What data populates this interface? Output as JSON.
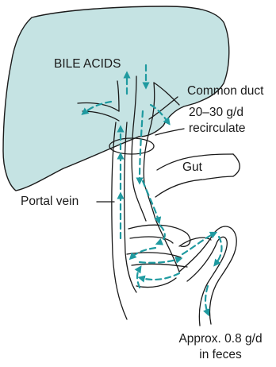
{
  "labels": {
    "bile_acids": "BILE ACIDS",
    "common_duct": "Common duct",
    "recirculate_line1": "20–30 g/d",
    "recirculate_line2": "recirculate",
    "gut": "Gut",
    "portal_vein": "Portal vein",
    "feces_line1": "Approx. 0.8 g/d",
    "feces_line2": "in feces"
  },
  "colors": {
    "liver_fill": "#c5e3e3",
    "outline": "#1a1a1a",
    "arrow": "#1f9aa0"
  }
}
